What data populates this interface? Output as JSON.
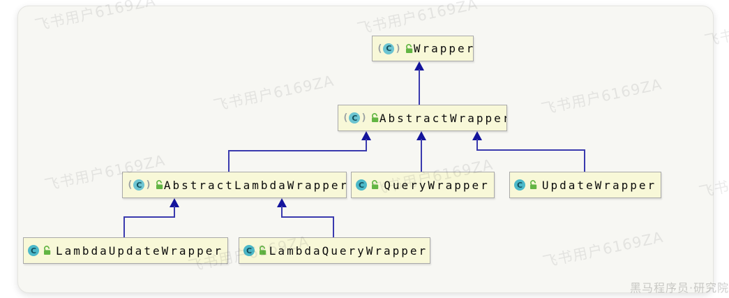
{
  "diagram": {
    "type": "uml-class-inheritance-diagram",
    "nodes": [
      {
        "name": "Wrapper",
        "kind": "abstract-class",
        "visibility": "public"
      },
      {
        "name": "AbstractWrapper",
        "kind": "abstract-class",
        "visibility": "public"
      },
      {
        "name": "AbstractLambdaWrapper",
        "kind": "abstract-class",
        "visibility": "public"
      },
      {
        "name": "QueryWrapper",
        "kind": "class",
        "visibility": "public"
      },
      {
        "name": "UpdateWrapper",
        "kind": "class",
        "visibility": "public"
      },
      {
        "name": "LambdaUpdateWrapper",
        "kind": "class",
        "visibility": "public"
      },
      {
        "name": "LambdaQueryWrapper",
        "kind": "class",
        "visibility": "public"
      }
    ],
    "edges": [
      {
        "from": "AbstractWrapper",
        "to": "Wrapper",
        "type": "inheritance"
      },
      {
        "from": "AbstractLambdaWrapper",
        "to": "AbstractWrapper",
        "type": "inheritance"
      },
      {
        "from": "QueryWrapper",
        "to": "AbstractWrapper",
        "type": "inheritance"
      },
      {
        "from": "UpdateWrapper",
        "to": "AbstractWrapper",
        "type": "inheritance"
      },
      {
        "from": "LambdaUpdateWrapper",
        "to": "AbstractLambdaWrapper",
        "type": "inheritance"
      },
      {
        "from": "LambdaQueryWrapper",
        "to": "AbstractLambdaWrapper",
        "type": "inheritance"
      }
    ],
    "icons": {
      "class_icon": "teal circle with letter C",
      "abstract_class_icon": "teal circle with letter C in parentheses",
      "visibility_icon": "green open padlock (public)"
    }
  },
  "watermark": {
    "text": "飞书用户6169ZA"
  },
  "footer": {
    "brand": "黑马程序员·研究院"
  },
  "colors": {
    "node_background": "#f8f8d8",
    "node_border": "#a9a9a9",
    "arrow_line": "#3a3aae",
    "arrow_head": "#14149c",
    "class_icon_teal": "#4cb9c9",
    "lock_green": "#62b543",
    "panel_background": "#f7f7f3",
    "watermark_gray": "#e4e4e1"
  }
}
